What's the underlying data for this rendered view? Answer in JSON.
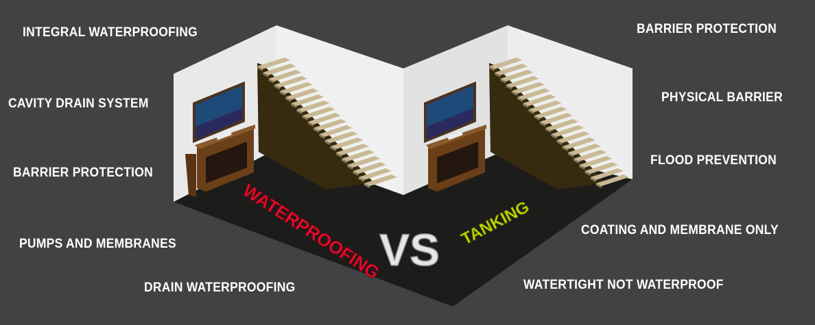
{
  "left_labels": [
    "INTEGRAL WATERPROOFING",
    "CAVITY DRAIN SYSTEM",
    "BARRIER PROTECTION",
    "PUMPS AND MEMBRANES",
    "DRAIN WATERPROOFING"
  ],
  "right_labels": [
    "BARRIER PROTECTION",
    "PHYSICAL BARRIER",
    "FLOOD PREVENTION",
    "COATING AND MEMBRANE ONLY",
    "WATERTIGHT NOT WATERPROOF"
  ],
  "center": {
    "left_title": "WATERPROOFING",
    "vs": "VS",
    "right_title": "TANKING"
  },
  "colors": {
    "background": "#414242",
    "waterproofing": "#e8102e",
    "tanking": "#c8e000",
    "vs": "#e6e6e6"
  }
}
